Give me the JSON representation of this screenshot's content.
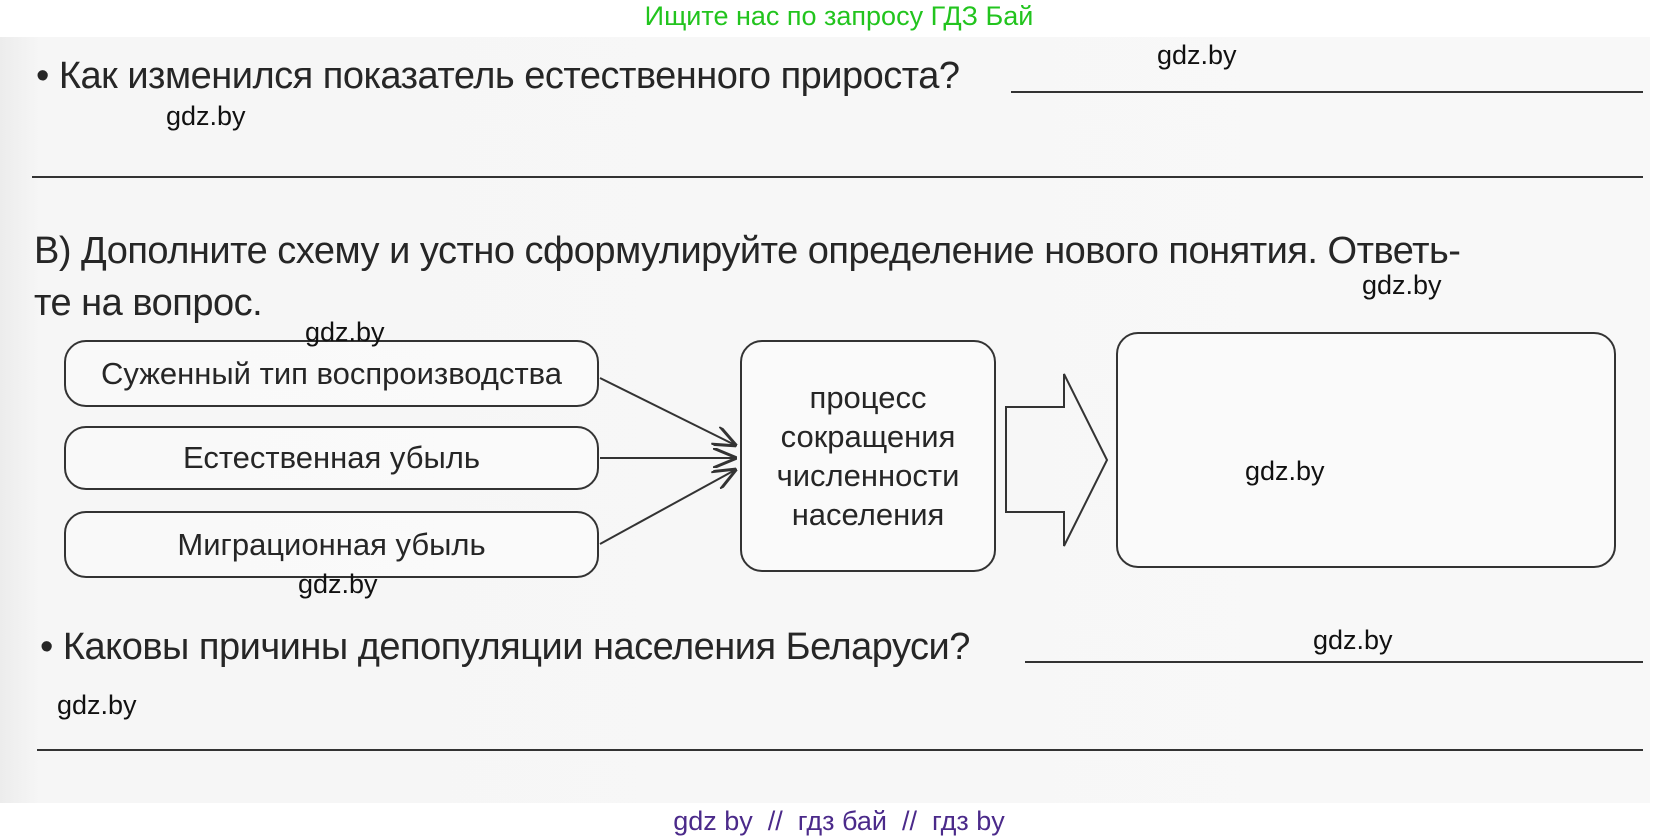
{
  "banner": "Ищите нас по запросу ГДЗ Бай",
  "question1": "Как изменился показатель естественного прироста?",
  "task_heading_line1": "В) Дополните схему и устно сформулируйте определение нового понятия. Ответь-",
  "task_heading_line2": "те на вопрос.",
  "scheme": {
    "inputs": [
      "Суженный тип воспроизводства",
      "Естественная убыль",
      "Миграционная убыль"
    ],
    "process": [
      "процесс",
      "сокращения",
      "численности",
      "населения"
    ],
    "result": ""
  },
  "question2": "Каковы причины депопуляции населения Беларуси?",
  "watermark": "gdz.by",
  "footer": "gdz by  //  гдз бай  //  гдз by"
}
